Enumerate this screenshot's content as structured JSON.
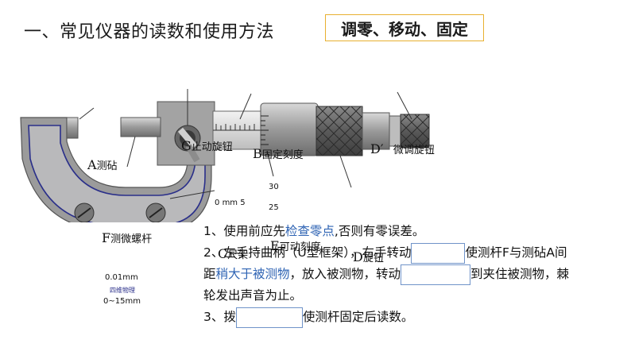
{
  "title": "一、常见仪器的读数和使用方法",
  "badge": "调零、移动、固定",
  "figure": {
    "labels": {
      "A_letter": "A",
      "A_text": "测砧",
      "G_letter": "G",
      "G_text": "止动旋钮",
      "B_letter": "B",
      "B_text": "固定刻度",
      "D2_letter": "D′",
      "D2_text": "微调旋钮",
      "F_letter": "F",
      "F_text": "测微螺杆",
      "C_letter": "C",
      "C_text": "尺架",
      "E_letter": "E",
      "E_text": "可动刻度",
      "D_letter": "D",
      "D_text": "旋钮"
    },
    "scale": {
      "s0": "0",
      "s_mm": "mm",
      "s5": "5",
      "n30": "30",
      "n25": "25"
    },
    "frame_text": {
      "precision": "0.01mm",
      "brand": "四维物理",
      "range": "0~15mm"
    }
  },
  "steps": {
    "s1_prefix": "1、使用前应先",
    "s1_highlight": "检查零点",
    "s1_suffix": ",否则有零误差。",
    "s2_part1": "2、左手持曲柄（U型框架），右手转动",
    "s2_part2": "使测杆F与测砧A间",
    "s2_part3": "距",
    "s2_highlight": "稍大于被测物",
    "s2_part4": "，放入被测物，转动",
    "s2_part5": "到夹住被测物，棘",
    "s2_part6": "轮发出声音为止。",
    "s3_prefix": "3、拨",
    "s3_suffix": "使测杆固定后读数。"
  }
}
